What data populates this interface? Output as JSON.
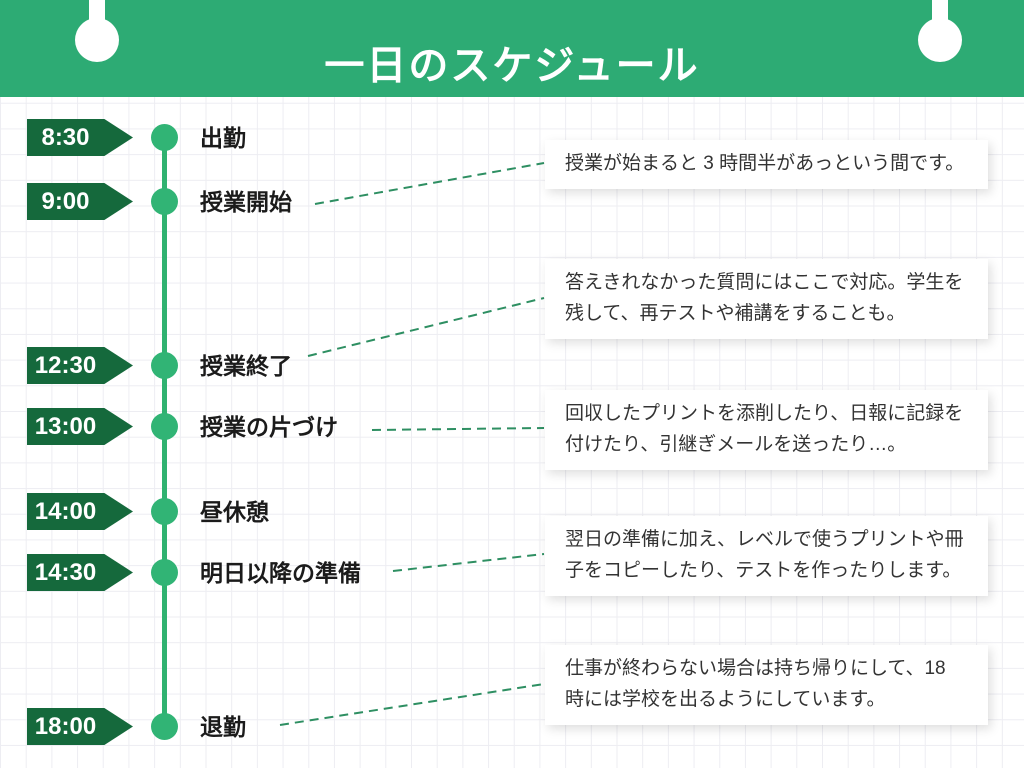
{
  "header": {
    "title": "一日のスケジュール"
  },
  "colors": {
    "header_green": "#2dab74",
    "badge_green": "#15693c",
    "node_green": "#31b475",
    "line_green": "#2fb270",
    "dash_green": "#2e8f62",
    "label_text": "#1b1b1b",
    "note_text": "#333333"
  },
  "timeline": {
    "items": [
      {
        "time": "8:30",
        "label": "出勤"
      },
      {
        "time": "9:00",
        "label": "授業開始"
      },
      {
        "time": "12:30",
        "label": "授業終了"
      },
      {
        "time": "13:00",
        "label": "授業の片づけ"
      },
      {
        "time": "14:00",
        "label": "昼休憩"
      },
      {
        "time": "14:30",
        "label": "明日以降の準備"
      },
      {
        "time": "18:00",
        "label": "退勤"
      }
    ]
  },
  "notes": [
    {
      "text": "授業が始まると 3 時間半があっという間です。"
    },
    {
      "text": "答えきれなかった質問にはここで対応。学生を残して、再テストや補講をすることも。"
    },
    {
      "text": "回収したプリントを添削したり、日報に記録を付けたり、引継ぎメールを送ったり…。"
    },
    {
      "text": "翌日の準備に加え、レベルで使うプリントや冊子をコピーしたり、テストを作ったりします。"
    },
    {
      "text": "仕事が終わらない場合は持ち帰りにして、18 時には学校を出るようにしています。"
    }
  ]
}
